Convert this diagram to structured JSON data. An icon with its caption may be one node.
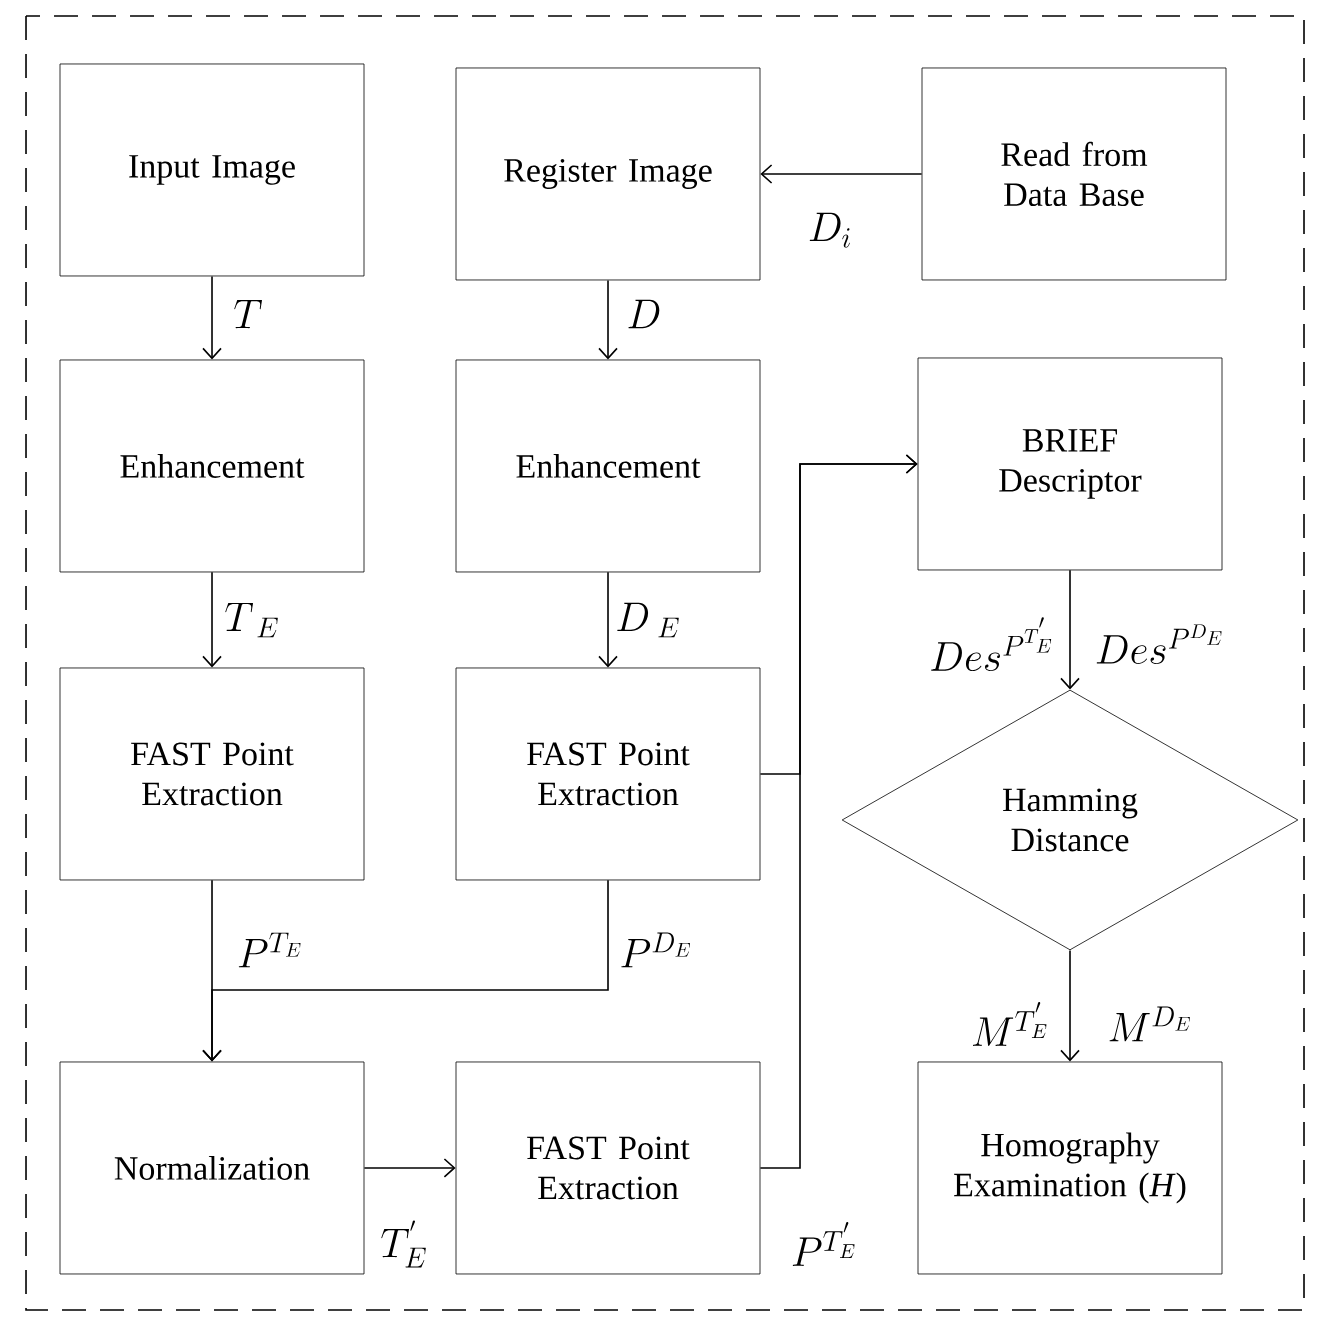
{
  "diagram": {
    "nodes": [
      {
        "text": [
          "Input Image"
        ]
      },
      {
        "text": [
          "Register Image"
        ]
      },
      {
        "text": [
          "Read from Data Base"
        ]
      },
      {
        "text": [
          "Enhancement"
        ]
      },
      {
        "text": [
          "Enhancement"
        ]
      },
      {
        "text": [
          "BRIEF Descriptor"
        ]
      },
      {
        "text": [
          "FAST Point Extraction"
        ]
      },
      {
        "text": [
          "FAST Point Extraction"
        ]
      },
      {
        "text": [
          "Hamming Distance"
        ]
      },
      {
        "text": [
          "Normalization"
        ]
      },
      {
        "text": [
          "FAST Point Extraction"
        ]
      },
      {
        "text": [
          "Homography Examination (*H*)"
        ]
      }
    ],
    "edges": [
      {
        "from": 2,
        "to": 1,
        "arrow": "to",
        "label": "D_i"
      },
      {
        "from": 0,
        "to": 3,
        "arrow": "to",
        "label": "T"
      },
      {
        "from": 1,
        "to": 4,
        "arrow": "to",
        "label": "D"
      },
      {
        "from": 3,
        "to": 6,
        "arrow": "to",
        "label": "T_{\\;E}"
      },
      {
        "from": 4,
        "to": 7,
        "arrow": "to",
        "label": "D_{\\;E}"
      },
      {
        "from": 6,
        "to": 9,
        "arrow": "to",
        "label": "P^{T_E}"
      },
      {
        "from": 7,
        "to": 9,
        "arrow": "to",
        "label": "P^{D_E}"
      },
      {
        "from": 9,
        "to": 10,
        "arrow": "to",
        "label": "T_E^{'}"
      },
      {
        "from": 7,
        "to": 5,
        "arrow": "to"
      },
      {
        "from": 10,
        "to": 5,
        "arrow": "to",
        "label": "P^{T_E^{'}}"
      },
      {
        "from": 5,
        "to": 8,
        "arrow": "to",
        "label": "Des^{P^{T_E^{'}}}"
      },
      {
        "from": 8,
        "to": 11,
        "arrow": "to",
        "label": "M^{T_E^{'}}"
      }
    ],
    "labels": [
      "Des^{P^{D_E}}",
      "M^{D_E}"
    ]
  }
}
